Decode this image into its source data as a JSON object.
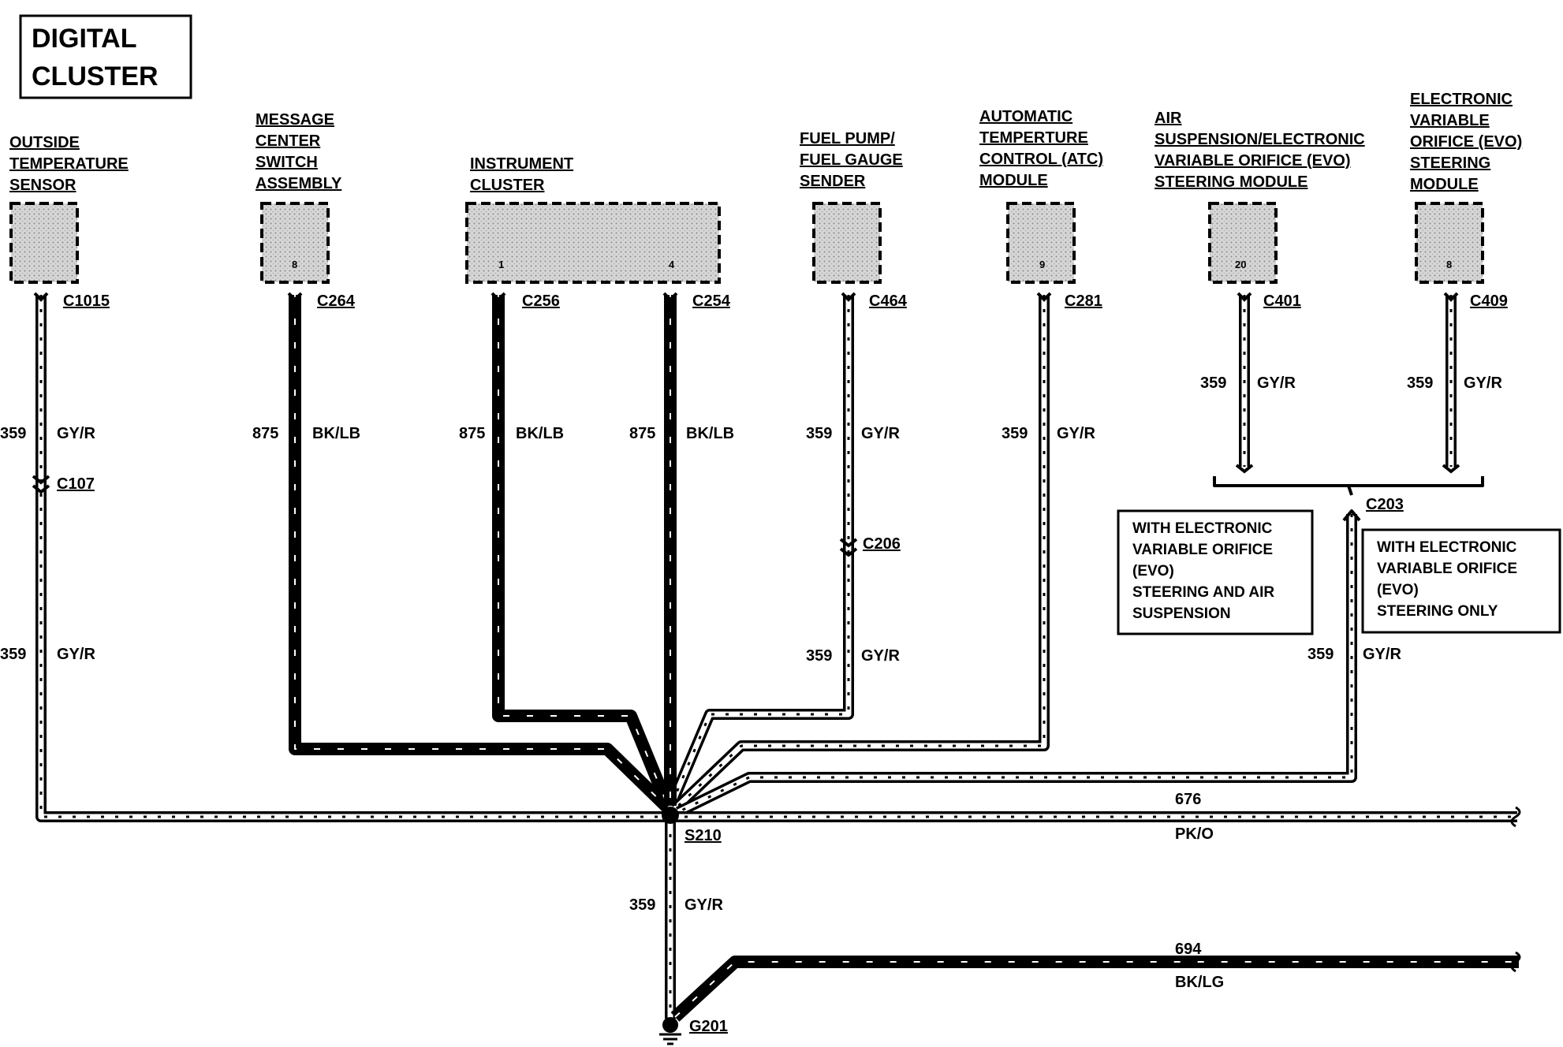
{
  "title": "DIGITAL\nCLUSTER",
  "title_lines": [
    "DIGITAL",
    "CLUSTER"
  ],
  "components": {
    "outside_temp": [
      "OUTSIDE",
      "TEMPERATURE",
      "SENSOR"
    ],
    "message_center": [
      "MESSAGE",
      "CENTER",
      "SWITCH",
      "ASSEMBLY"
    ],
    "instrument_cluster": [
      "INSTRUMENT",
      "CLUSTER"
    ],
    "fuel_pump": [
      "FUEL PUMP/",
      "FUEL GAUGE",
      "SENDER"
    ],
    "atc": [
      "AUTOMATIC",
      "TEMPERTURE",
      "CONTROL (ATC)",
      "MODULE"
    ],
    "air_susp": [
      "AIR",
      "SUSPENSION/ELECTRONIC",
      "VARIABLE ORIFICE (EVO)",
      "STEERING MODULE"
    ],
    "evo": [
      "ELECTRONIC",
      "VARIABLE",
      "ORIFICE (EVO)",
      "STEERING",
      "MODULE"
    ]
  },
  "pins": {
    "message_center": "8",
    "cluster_a": "1",
    "cluster_b": "4",
    "atc": "9",
    "air_susp": "20",
    "evo": "8"
  },
  "connectors": {
    "c1015": "C1015",
    "c107": "C107",
    "c264": "C264",
    "c256": "C256",
    "c254": "C254",
    "c464": "C464",
    "c206": "C206",
    "c281": "C281",
    "c401": "C401",
    "c409": "C409",
    "c203": "C203"
  },
  "splice": "S210",
  "ground": "G201",
  "wires": {
    "w359": "359",
    "gyr": "GY/R",
    "w875": "875",
    "bklb": "BK/LB",
    "w676": "676",
    "pko": "PK/O",
    "w694": "694",
    "bklg": "BK/LG"
  },
  "notes": {
    "evo_air": [
      "WITH ELECTRONIC",
      "VARIABLE ORIFICE",
      "(EVO)",
      "STEERING AND AIR",
      "SUSPENSION"
    ],
    "evo_only": [
      "WITH  ELECTRONIC",
      "VARIABLE ORIFICE",
      "(EVO)",
      "STEERING ONLY"
    ]
  },
  "colors": {
    "wire_dark": "#000000",
    "wire_light": "#ffffff",
    "component_fill": "#cfcfcf"
  }
}
